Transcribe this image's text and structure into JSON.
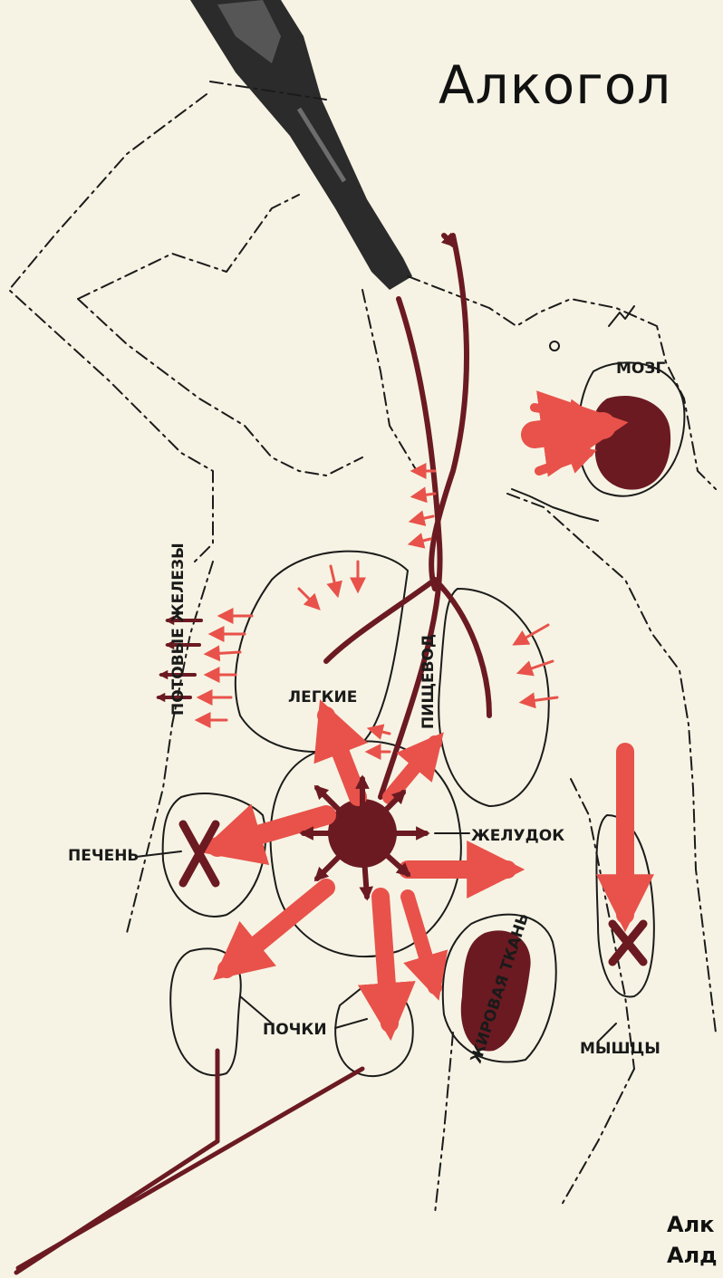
{
  "title": "Алкогол",
  "caption": {
    "line1": "Алк",
    "line2": "Алд"
  },
  "labels": {
    "brain": "МОЗГ",
    "sweat_glands": "ПОТОВЫЕ ЖЕЛЕЗЫ",
    "lungs": "ЛЕГКИЕ",
    "esophagus": "ПИЩЕВОД",
    "liver": "ПЕЧЕНЬ",
    "stomach": "ЖЕЛУДОК",
    "fat_tissue": "ЖИРОВАЯ ТКАНЬ",
    "muscles": "МЫШЦЫ",
    "kidneys": "ПОЧКИ"
  },
  "colors": {
    "red": "#e8524a",
    "dark_red": "#6b1a22",
    "ink": "#1b1b1b",
    "paper": "#f6f3e4"
  }
}
